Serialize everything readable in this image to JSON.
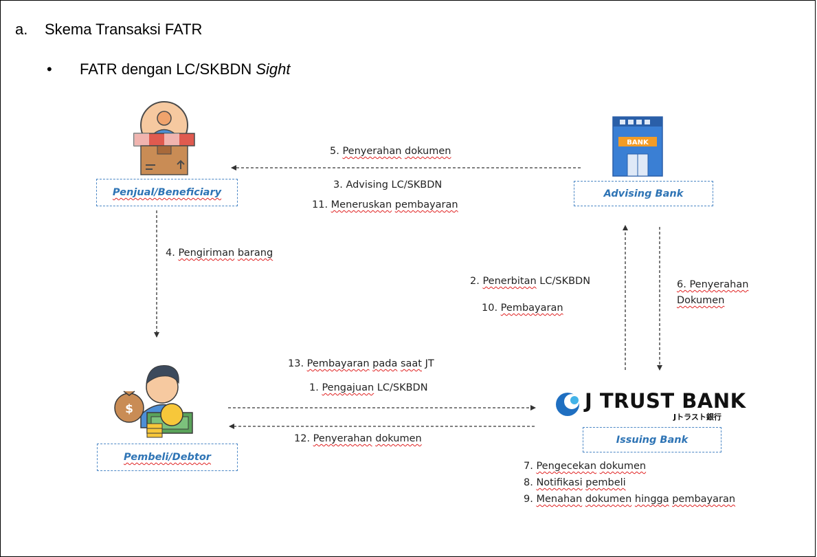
{
  "heading": {
    "marker": "a.",
    "title": "Skema Transaksi FATR"
  },
  "bullet": {
    "symbol": "•",
    "text": "FATR dengan LC/SKBDN ",
    "italic": "Sight"
  },
  "roles": {
    "penjual": "Penjual/Beneficiary",
    "advising": "Advising Bank",
    "pembeli": "Pembeli/Debtor",
    "issuing": "Issuing Bank"
  },
  "steps": {
    "s1": "1. Pengajuan LC/SKBDN",
    "s2": "2. Penerbitan LC/SKBDN",
    "s3": "3. Advising LC/SKBDN",
    "s4": "4. Pengiriman barang",
    "s5": "5. Penyerahan dokumen",
    "s6a": "6. Penyerahan",
    "s6b": "Dokumen",
    "s7": "7. Pengecekan dokumen",
    "s8": "8. Notifikasi pembeli",
    "s9": "9. Menahan dokumen hingga pembayaran",
    "s10": "10. Pembayaran",
    "s11": "11. Meneruskan pembayaran",
    "s12": "12. Penyerahan dokumen",
    "s13": "13. Pembayaran pada saat JT"
  },
  "logo": {
    "name": "J TRUST BANK",
    "subtitle": "Jトラスト銀行"
  },
  "bank_sign": "BANK",
  "colors": {
    "role_text": "#2e74b5",
    "role_border": "#4a86c5",
    "squiggle": "#e02020",
    "arrow": "#333333"
  }
}
